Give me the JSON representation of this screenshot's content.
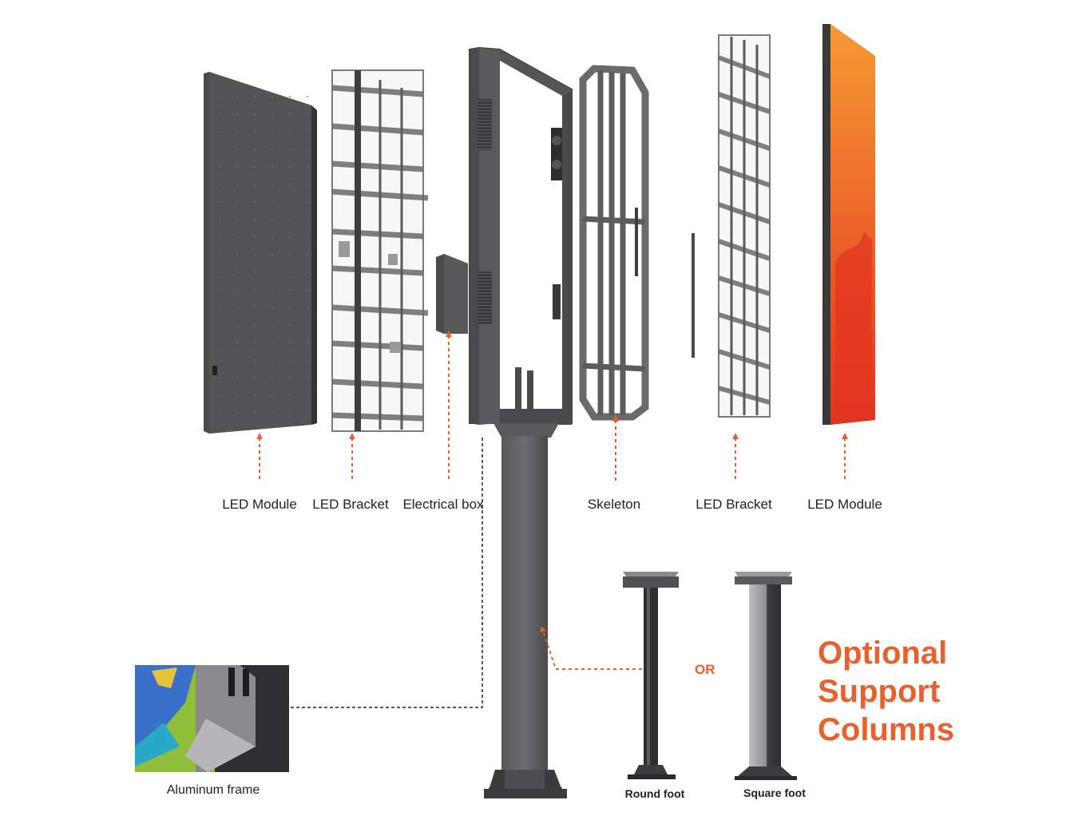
{
  "labels": {
    "led_module_left": "LED Module",
    "led_bracket_left": "LED Bracket",
    "electrical_box": "Electrical box",
    "skeleton": "Skeleton",
    "led_bracket_right": "LED Bracket",
    "led_module_right": "LED Module",
    "aluminum_frame": "Aluminum frame",
    "round_foot": "Round foot",
    "square_foot": "Square foot",
    "or": "OR"
  },
  "callout": {
    "line1": "Optional",
    "line2": "Support",
    "line3": "Columns"
  },
  "colors": {
    "accent": "#e8602c",
    "panel_dark": "#4a4a4c",
    "frame_gray": "#808184",
    "screen_red": "#e8392a",
    "screen_orange": "#f28a2e"
  }
}
